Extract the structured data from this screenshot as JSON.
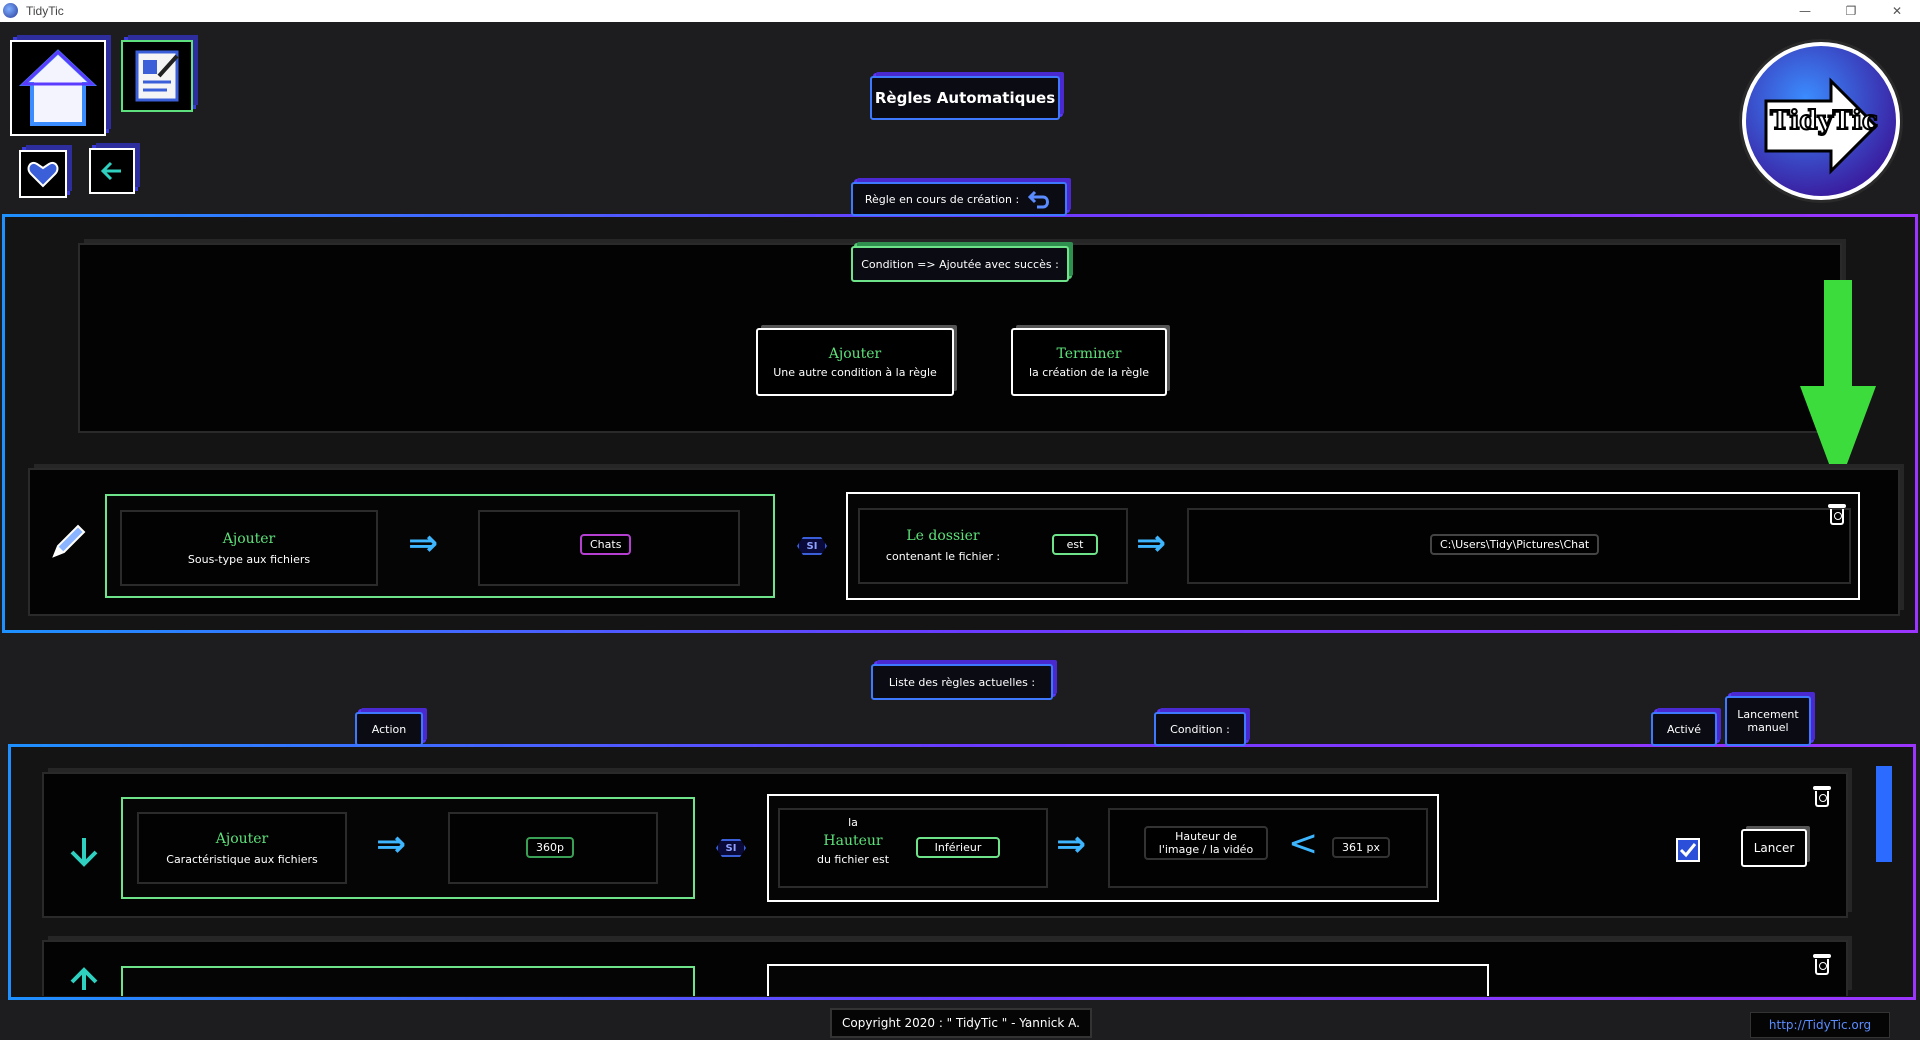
{
  "window": {
    "title": "TidyTic",
    "minimize": "—",
    "restore": "❐",
    "close": "✕"
  },
  "header": {
    "page_title": "Règles Automatiques",
    "logo_text": "TidyTic"
  },
  "creation": {
    "section_label": "Règle en cours de création :",
    "status_label": "Condition => Ajoutée avec succès :",
    "add_btn": {
      "title": "Ajouter",
      "subtitle": "Une autre condition à la règle"
    },
    "finish_btn": {
      "title": "Terminer",
      "subtitle": "la création de la règle"
    },
    "rule": {
      "action_title": "Ajouter",
      "action_subtitle": "Sous-type aux fichiers",
      "action_value": "Chats",
      "si_label": "SI",
      "cond_title": "Le dossier",
      "cond_subtitle": "contenant le fichier :",
      "cond_operator": "est",
      "cond_value": "C:\\Users\\Tidy\\Pictures\\Chat"
    }
  },
  "list": {
    "section_label": "Liste des règles actuelles :",
    "col_action": "Action",
    "col_condition": "Condition :",
    "col_active": "Activé",
    "col_manual": "Lancement manuel",
    "rules": [
      {
        "action_title": "Ajouter",
        "action_subtitle": "Caractéristique aux fichiers",
        "action_value": "360p",
        "si_label": "SI",
        "cond_pre": "la",
        "cond_title": "Hauteur",
        "cond_post": "du fichier est",
        "cond_operator": "Inférieur",
        "cond_field": "Hauteur de l'image / la vidéo",
        "cond_comparator": "<",
        "cond_value": "361 px",
        "launch_label": "Lancer"
      }
    ]
  },
  "footer": {
    "copyright": "Copyright 2020 : \" TidyTic \" - Yannick A.",
    "link": "http://TidyTic.org"
  },
  "colors": {
    "accent_blue": "#3a6cff",
    "accent_green": "#5fe07f",
    "accent_purple": "#7a3bff",
    "arrow_green": "#3ddc3d"
  }
}
